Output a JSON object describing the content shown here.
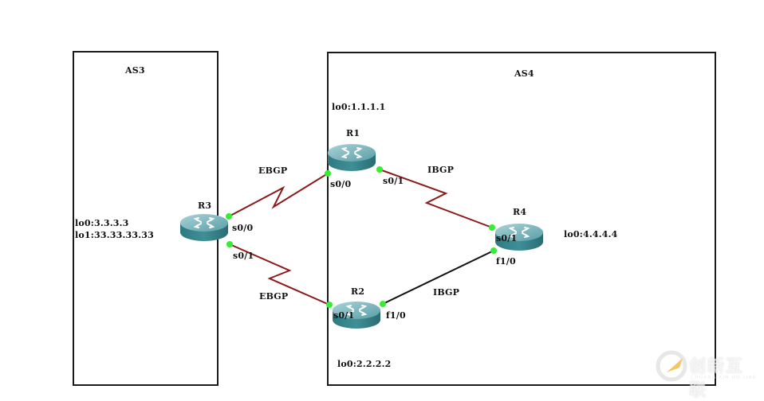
{
  "areas": [
    {
      "id": "as3",
      "label": "AS3"
    },
    {
      "id": "as4",
      "label": "AS4"
    }
  ],
  "routers": [
    {
      "id": "R1",
      "label": "R1",
      "loopbacks": [
        "lo0:1.1.1.1"
      ]
    },
    {
      "id": "R2",
      "label": "R2",
      "loopbacks": [
        "lo0:2.2.2.2"
      ]
    },
    {
      "id": "R3",
      "label": "R3",
      "loopbacks": [
        "lo0:3.3.3.3",
        "lo1:33.33.33.33"
      ]
    },
    {
      "id": "R4",
      "label": "R4",
      "loopbacks": [
        "lo0:4.4.4.4"
      ]
    }
  ],
  "links": [
    {
      "from": "R3",
      "from_if": "s0/0",
      "to": "R1",
      "to_if": "s0/0",
      "type": "serial",
      "protocol": "EBGP"
    },
    {
      "from": "R3",
      "from_if": "s0/1",
      "to": "R2",
      "to_if": "s0/1",
      "type": "serial",
      "protocol": "EBGP"
    },
    {
      "from": "R1",
      "from_if": "s0/1",
      "to": "R4",
      "to_if": "s0/1",
      "type": "serial",
      "protocol": "IBGP"
    },
    {
      "from": "R2",
      "from_if": "f1/0",
      "to": "R4",
      "to_if": "f1/0",
      "type": "ethernet",
      "protocol": "IBGP"
    }
  ],
  "colors": {
    "serial_link": "#8b1a1a",
    "ethernet_link": "#111111",
    "port_dot": "#33ee33",
    "router_body": "#3f8a92"
  },
  "watermark": {
    "text": "创新互联",
    "subtext": "CHUANG XIN HU LIAN"
  }
}
